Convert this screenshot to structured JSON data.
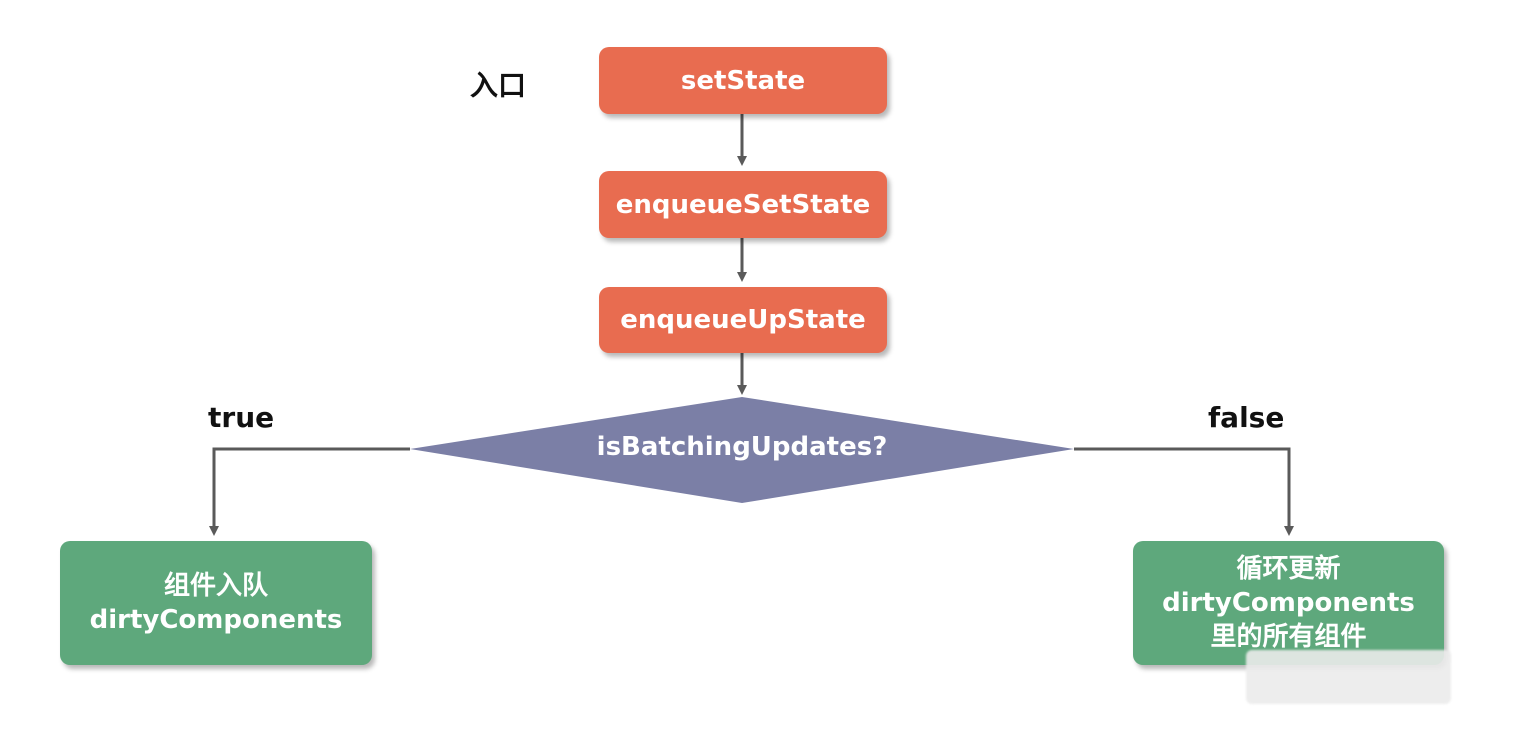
{
  "entry_label": "入口",
  "nodes": {
    "set_state": "setState",
    "enqueue_set_state": "enqueueSetState",
    "enqueue_up_state": "enqueueUpState",
    "decision": "isBatchingUpdates?",
    "left_result": {
      "line1": "组件入队",
      "line2": "dirtyComponents"
    },
    "right_result": {
      "line1": "循环更新",
      "line2": "dirtyComponents",
      "line3": "里的所有组件"
    }
  },
  "branches": {
    "true_label": "true",
    "false_label": "false"
  },
  "colors": {
    "process": "#e86c50",
    "decision": "#7b7fa6",
    "result": "#5ea87c",
    "connector": "#5a5a5a"
  }
}
